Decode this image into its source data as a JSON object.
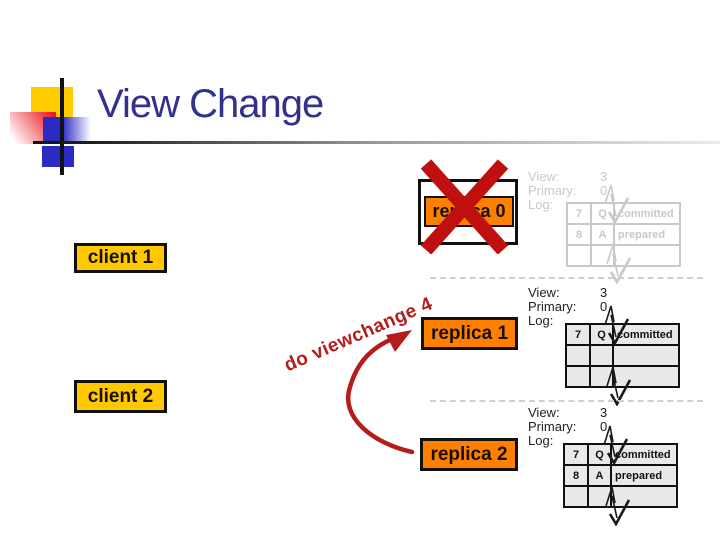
{
  "slide": {
    "title": "View Change"
  },
  "clients": [
    {
      "label": "client 1"
    },
    {
      "label": "client 2"
    }
  ],
  "replicas": [
    {
      "label": "replica 0",
      "info": {
        "view_label": "View:",
        "view": "3",
        "primary_label": "Primary:",
        "primary": "0",
        "log_label": "Log:"
      },
      "log": [
        [
          "7",
          "Q",
          "committed"
        ],
        [
          "8",
          "A",
          "prepared"
        ],
        [
          "",
          "",
          ""
        ]
      ]
    },
    {
      "label": "replica 1",
      "info": {
        "view_label": "View:",
        "view": "3",
        "primary_label": "Primary:",
        "primary": "0",
        "log_label": "Log:"
      },
      "log": [
        [
          "7",
          "Q",
          "committed"
        ],
        [
          "",
          "",
          ""
        ],
        [
          "",
          "",
          ""
        ]
      ]
    },
    {
      "label": "replica 2",
      "info": {
        "view_label": "View:",
        "view": "3",
        "primary_label": "Primary:",
        "primary": "0",
        "log_label": "Log:"
      },
      "log": [
        [
          "7",
          "Q",
          "committed"
        ],
        [
          "8",
          "A",
          "prepared"
        ],
        [
          "",
          "",
          ""
        ]
      ]
    }
  ],
  "arrow": {
    "label": "do viewchange 4"
  },
  "colors": {
    "title": "#32328e",
    "replica_fill": "#ff8000",
    "client_fill": "#ffc800",
    "accent_red": "#b51d1d",
    "faded": "#c9c9c9",
    "cell_fill": "#e9e9e9"
  }
}
